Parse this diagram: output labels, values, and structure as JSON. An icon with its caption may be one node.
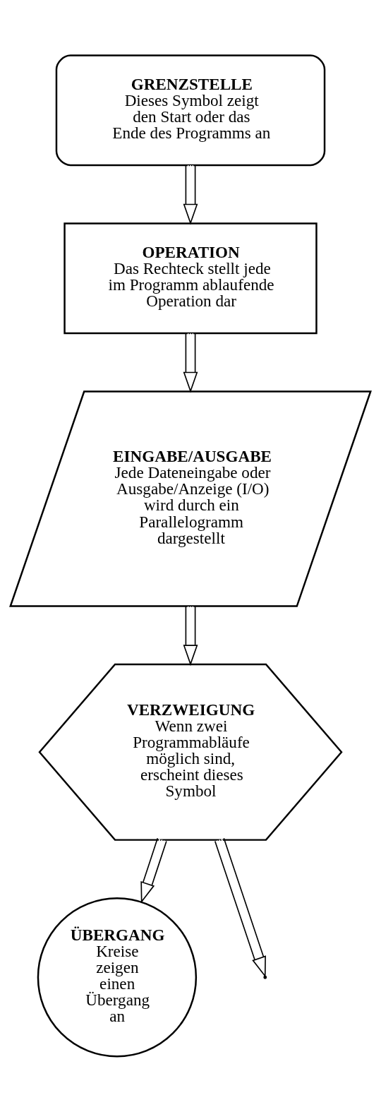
{
  "diagram": {
    "nodes": [
      {
        "text": [
          "GRENZSTELLE",
          "Dieses Symbol zeigt den Start oder das Ende des Programms an"
        ]
      },
      {
        "text": [
          "OPERATION",
          "Das Rechteck stellt jede im Programm ablaufende Operation dar"
        ]
      },
      {
        "text": [
          "EINGABE/AUSGABE",
          "Jede Dateneingabe oder Ausgabe/Anzeige (I/O) wird durch ein Parallelogramm dargestellt"
        ]
      },
      {
        "text": [
          "VERZWEIGUNG",
          "Wenn zwei Programmabläufe möglich sind, erscheint dieses Symbol"
        ]
      },
      {
        "text": [
          "ÜBERGANG",
          "Kreise zeigen einen Übergang an"
        ]
      }
    ],
    "edges": [
      {
        "from": 0,
        "to": 1,
        "arrow": "to"
      },
      {
        "from": 1,
        "to": 2,
        "arrow": "to"
      },
      {
        "from": 2,
        "to": 3,
        "arrow": "to"
      },
      {
        "from": 3,
        "to": 4,
        "arrow": "to"
      },
      {
        "from": 3,
        "to": null,
        "arrow": "to"
      }
    ]
  }
}
